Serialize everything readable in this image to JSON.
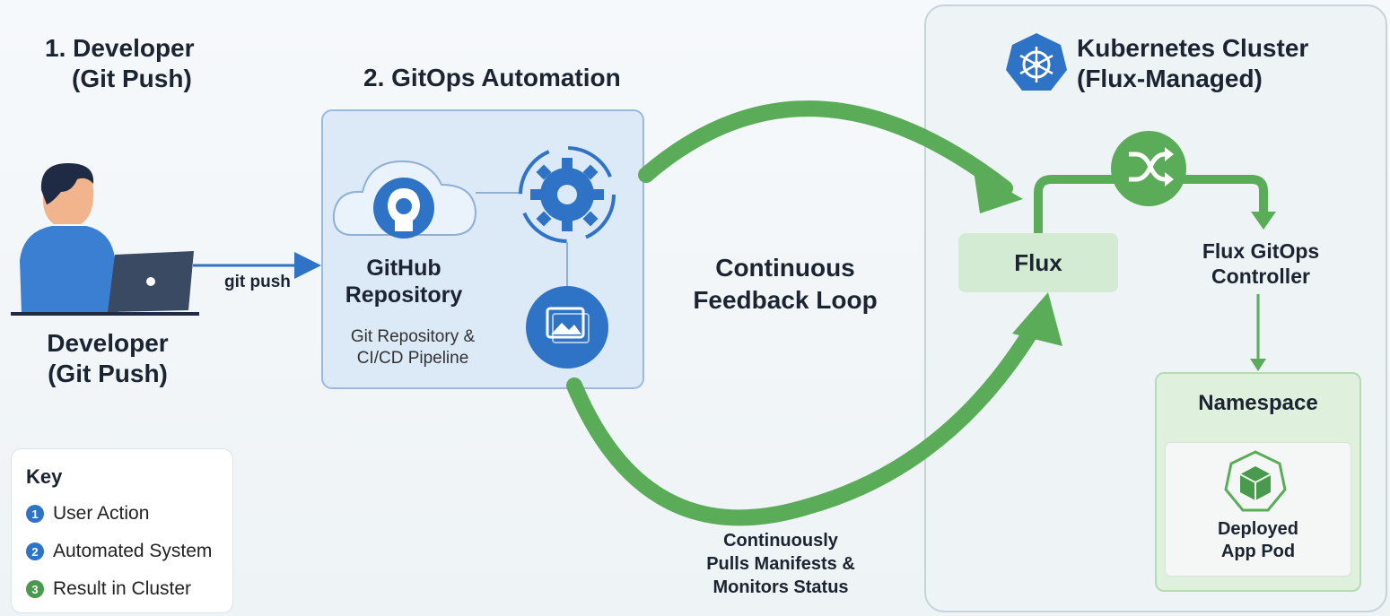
{
  "developer": {
    "heading_line1": "1. Developer",
    "heading_line2": "(Git Push)",
    "label_line1": "Developer",
    "label_line2": "(Git Push)",
    "push_label": "git push"
  },
  "automation": {
    "heading": "2. GitOps Automation",
    "repo_title_line1": "GitHub",
    "repo_title_line2": "Repository",
    "repo_sub_line1": "Git Repository &",
    "repo_sub_line2": "CI/CD Pipeline"
  },
  "loop": {
    "label_line1": "Continuous",
    "label_line2": "Feedback Loop",
    "pull_line1": "Continuously",
    "pull_line2": "Pulls Manifests &",
    "pull_line3": "Monitors Status"
  },
  "cluster": {
    "title_line1": "Kubernetes Cluster",
    "title_line2": "(Flux-Managed)",
    "flux_label": "Flux",
    "controller_line1": "Flux GitOps",
    "controller_line2": "Controller",
    "namespace_label": "Namespace",
    "pod_line1": "Deployed",
    "pod_line2": "App Pod"
  },
  "key": {
    "title": "Key",
    "items": [
      {
        "num": "1",
        "label": "User Action",
        "color": "#2f73c6"
      },
      {
        "num": "2",
        "label": "Automated System",
        "color": "#2f73c6"
      },
      {
        "num": "3",
        "label": "Result in Cluster",
        "color": "#4a9a4e"
      }
    ]
  },
  "colors": {
    "blue": "#2f73c6",
    "green": "#5aac59",
    "dark_text": "#1b2430"
  },
  "icons": [
    "developer-icon",
    "laptop-icon",
    "cloud-icon",
    "github-icon",
    "gear-sync-icon",
    "image-icon",
    "kubernetes-icon",
    "shuffle-icon",
    "cube-icon"
  ]
}
